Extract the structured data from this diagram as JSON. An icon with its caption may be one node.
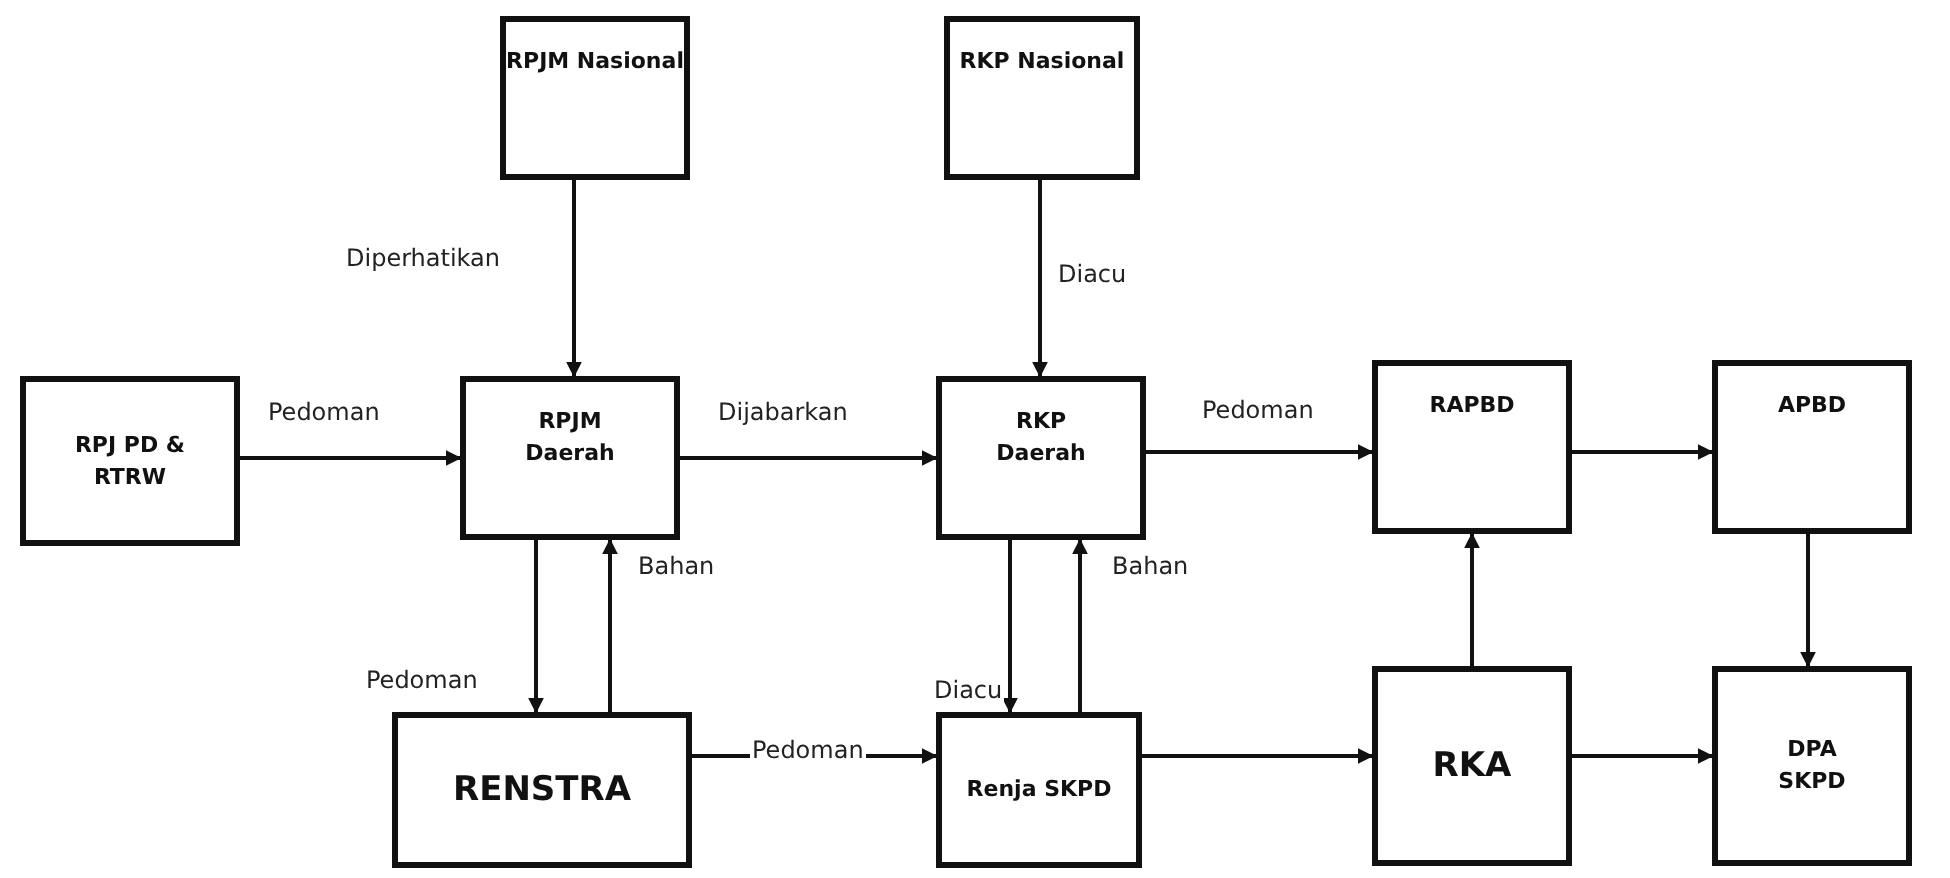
{
  "diagram": {
    "nodes": [
      {
        "text": [
          "RPJM Nasional"
        ]
      },
      {
        "text": [
          "RKP Nasional"
        ]
      },
      {
        "text": [
          "RPJ PD & RTRW"
        ]
      },
      {
        "text": [
          "RPJM Daerah"
        ]
      },
      {
        "text": [
          "RKP Daerah"
        ]
      },
      {
        "text": [
          "RAPBD"
        ]
      },
      {
        "text": [
          "APBD"
        ]
      },
      {
        "text": [
          "RENSTRA"
        ]
      },
      {
        "text": [
          "Renja SKPD"
        ]
      },
      {
        "text": [
          "RKA"
        ]
      },
      {
        "text": [
          "DPA SKPD"
        ]
      }
    ],
    "edges": [
      {
        "from": 0,
        "to": 3,
        "arrow": "to",
        "label": "Diperhatikan"
      },
      {
        "from": 1,
        "to": 4,
        "arrow": "to",
        "label": "Diacu"
      },
      {
        "from": 2,
        "to": 3,
        "arrow": "to",
        "label": "Pedoman"
      },
      {
        "from": 3,
        "to": 4,
        "arrow": "to",
        "label": "Dijabarkan"
      },
      {
        "from": 4,
        "to": 5,
        "arrow": "to",
        "label": "Pedoman"
      },
      {
        "from": 5,
        "to": 6,
        "arrow": "to"
      },
      {
        "from": 3,
        "to": 7,
        "arrow": "to",
        "label": "Pedoman"
      },
      {
        "from": 7,
        "to": 3,
        "arrow": "to",
        "label": "Bahan"
      },
      {
        "from": 4,
        "to": 8,
        "arrow": "to",
        "label": "Diacu"
      },
      {
        "from": 8,
        "to": 4,
        "arrow": "to",
        "label": "Bahan"
      },
      {
        "from": 7,
        "to": 8,
        "arrow": "to",
        "label": "Pedoman"
      },
      {
        "from": 8,
        "to": 9,
        "arrow": "to"
      },
      {
        "from": 9,
        "to": 5,
        "arrow": "to"
      },
      {
        "from": 9,
        "to": 10,
        "arrow": "to"
      },
      {
        "from": 6,
        "to": 10,
        "arrow": "to"
      }
    ]
  }
}
